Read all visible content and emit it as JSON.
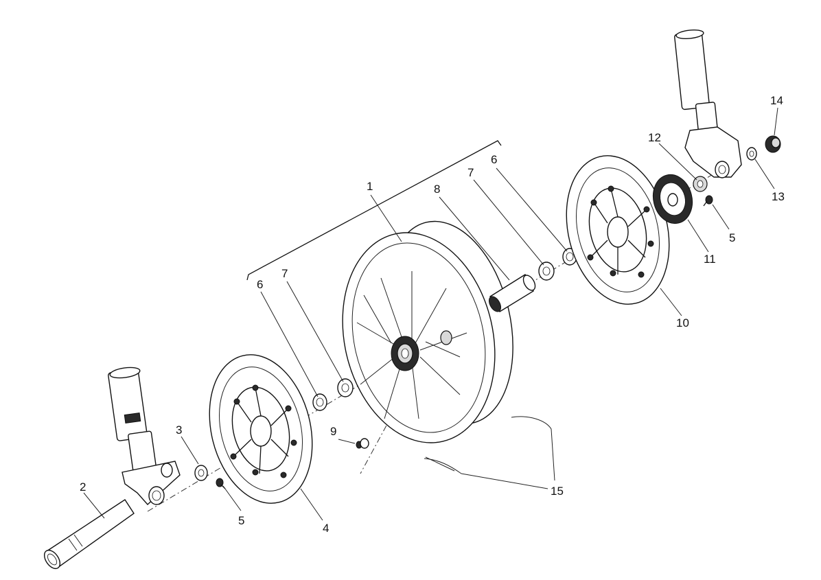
{
  "diagram": {
    "labels": [
      {
        "id": "1",
        "text": "1"
      },
      {
        "id": "2",
        "text": "2"
      },
      {
        "id": "3",
        "text": "3"
      },
      {
        "id": "4",
        "text": "4"
      },
      {
        "id": "5a",
        "text": "5"
      },
      {
        "id": "5b",
        "text": "5"
      },
      {
        "id": "6a",
        "text": "6"
      },
      {
        "id": "6b",
        "text": "6"
      },
      {
        "id": "7a",
        "text": "7"
      },
      {
        "id": "7b",
        "text": "7"
      },
      {
        "id": "8",
        "text": "8"
      },
      {
        "id": "9",
        "text": "9"
      },
      {
        "id": "10",
        "text": "10"
      },
      {
        "id": "11",
        "text": "11"
      },
      {
        "id": "12",
        "text": "12"
      },
      {
        "id": "13",
        "text": "13"
      },
      {
        "id": "14",
        "text": "14"
      },
      {
        "id": "15",
        "text": "15"
      }
    ]
  }
}
